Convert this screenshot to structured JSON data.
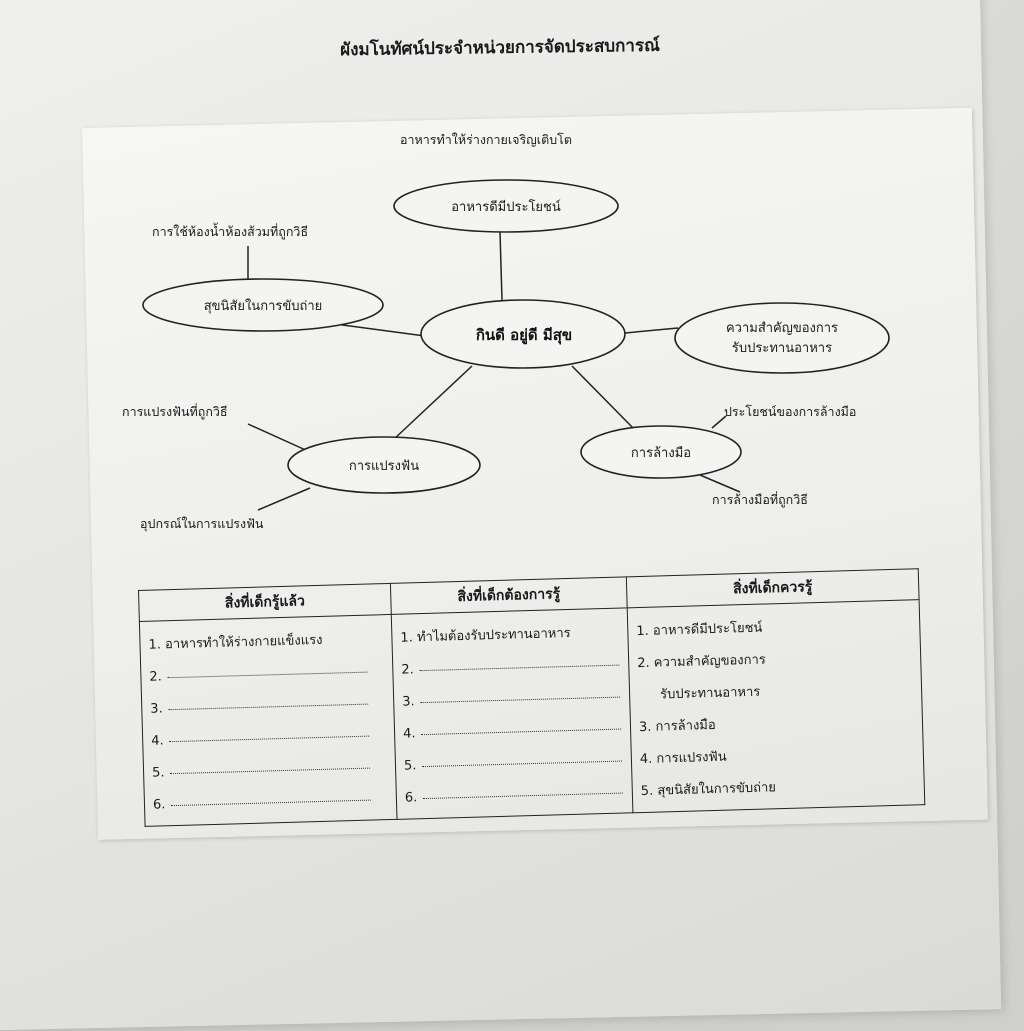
{
  "title": "ผังมโนทัศน์ประจำหน่วยการจัดประสบการณ์",
  "concept_map": {
    "center": "กินดี  อยู่ดี  มีสุข",
    "nodes": {
      "food": "อาหารดีมีประโยชน์",
      "hygiene": "สุขนิสัยในการขับถ่าย",
      "importance_line1": "ความสำคัญของการ",
      "importance_line2": "รับประทานอาหาร",
      "brushing": "การแปรงฟัน",
      "handwash": "การล้างมือ"
    },
    "details": {
      "food_growth": "อาหารทำให้ร่างกายเจริญเติบโต",
      "toilet_use": "การใช้ห้องน้ำห้องส้วมที่ถูกวิธี",
      "brush_correct": "การแปรงฟันที่ถูกวิธี",
      "brush_tools": "อุปกรณ์ในการแปรงฟัน",
      "handwash_benefit": "ประโยชน์ของการล้างมือ",
      "handwash_correct": "การล้างมือที่ถูกวิธี"
    }
  },
  "table": {
    "headers": [
      "สิ่งที่เด็กรู้แล้ว",
      "สิ่งที่เด็กต้องการรู้",
      "สิ่งที่เด็กควรรู้"
    ],
    "known": [
      "1. อาหารทำให้ร่างกายแข็งแรง",
      "2.",
      "3.",
      "4.",
      "5.",
      "6."
    ],
    "want": [
      "1. ทำไมต้องรับประทานอาหาร",
      "2.",
      "3.",
      "4.",
      "5.",
      "6."
    ],
    "should": [
      "1. อาหารดีมีประโยชน์",
      "2. ความสำคัญของการ",
      "รับประทานอาหาร",
      "3. การล้างมือ",
      "4. การแปรงฟัน",
      "5. สุขนิสัยในการขับถ่าย"
    ]
  }
}
